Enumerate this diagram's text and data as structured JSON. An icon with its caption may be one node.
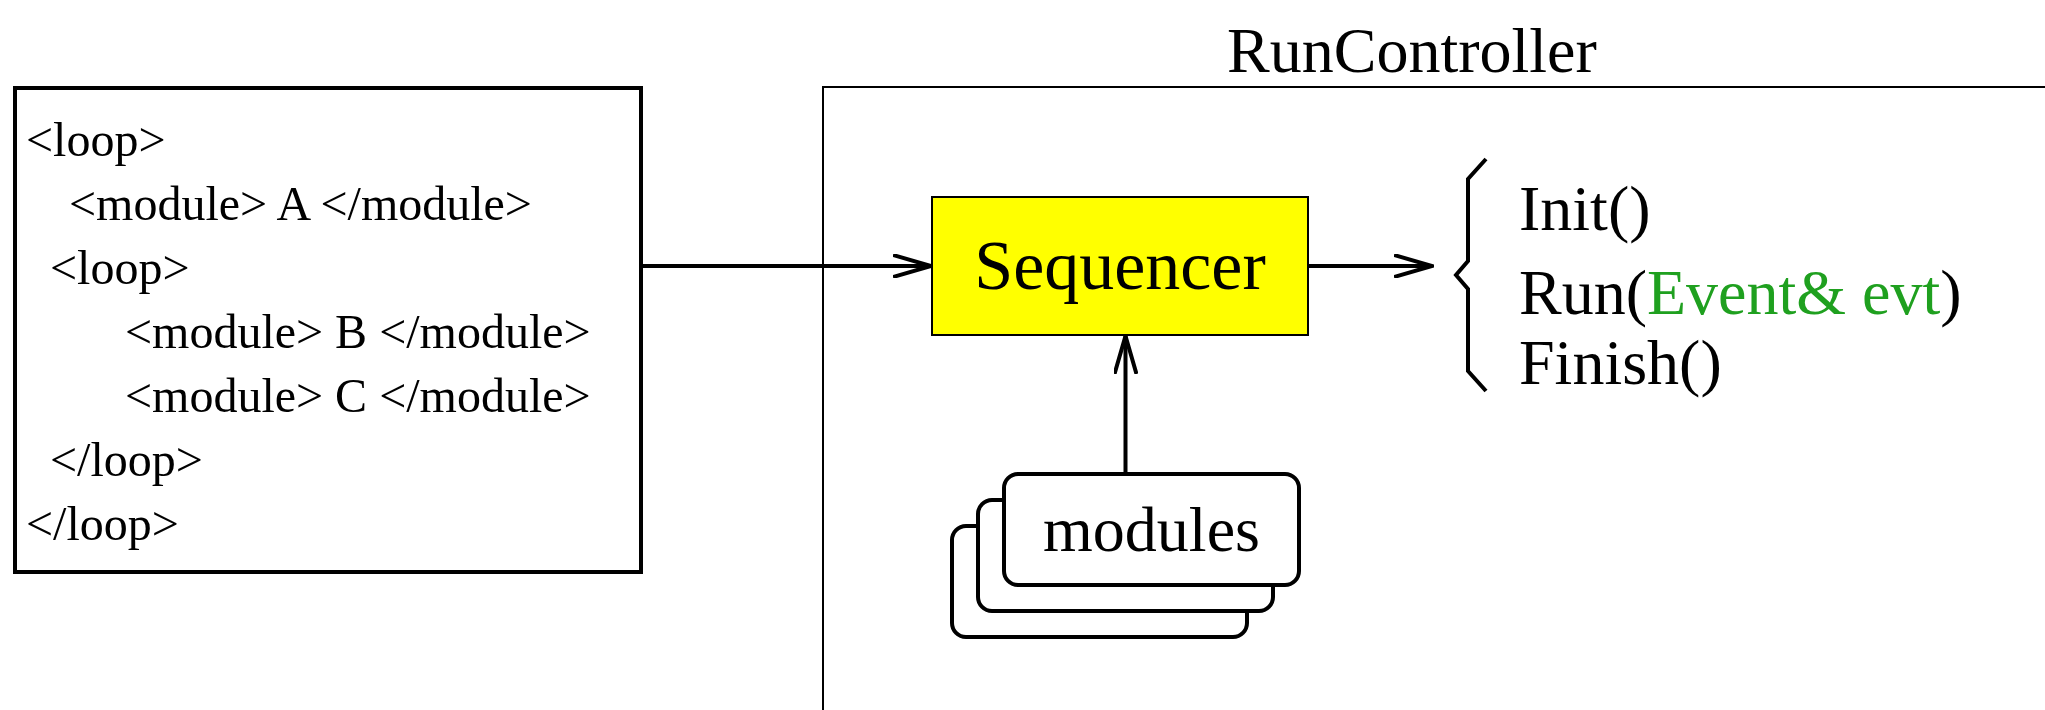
{
  "diagram": {
    "nodes": [
      {
        "text": [
          "<loop>",
          "<module> A </module>",
          "<loop>",
          "<module> B </module>",
          "<module> C </module>",
          "</loop>",
          "</loop>"
        ]
      },
      {
        "text": [
          "RunController"
        ]
      },
      {
        "text": [
          "Sequencer"
        ],
        "in": 1
      },
      {
        "text": [
          "Init()",
          "Run(*Event& evt*)",
          "Finish()"
        ],
        "in": 1
      },
      {
        "text": [
          "modules"
        ],
        "in": 1
      }
    ],
    "edges": [
      {
        "from": 0,
        "to": 2,
        "arrow": "to"
      },
      {
        "from": 2,
        "to": 3,
        "arrow": "to"
      },
      {
        "from": 4,
        "to": 2,
        "arrow": "to"
      }
    ]
  }
}
